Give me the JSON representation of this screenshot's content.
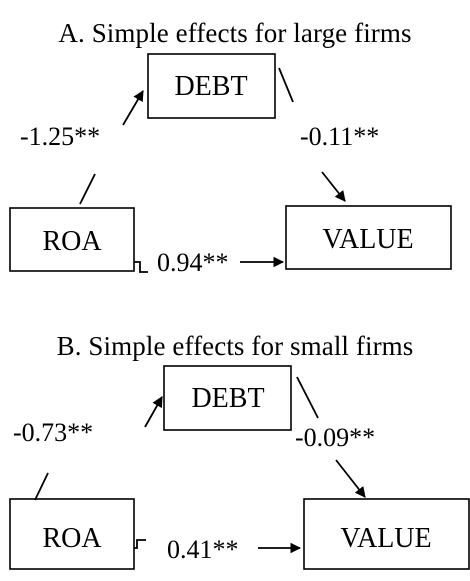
{
  "panels": [
    {
      "title": "A. Simple effects for large firms",
      "nodes": {
        "debt": "DEBT",
        "roa": "ROA",
        "value": "VALUE"
      },
      "coefficients": {
        "roa_to_debt": "-1.25**",
        "debt_to_value": "-0.11**",
        "roa_to_value": "0.94**"
      }
    },
    {
      "title": "B. Simple effects for small firms",
      "nodes": {
        "debt": "DEBT",
        "roa": "ROA",
        "value": "VALUE"
      },
      "coefficients": {
        "roa_to_debt": "-0.73**",
        "debt_to_value": "-0.09**",
        "roa_to_value": "0.41**"
      }
    }
  ]
}
